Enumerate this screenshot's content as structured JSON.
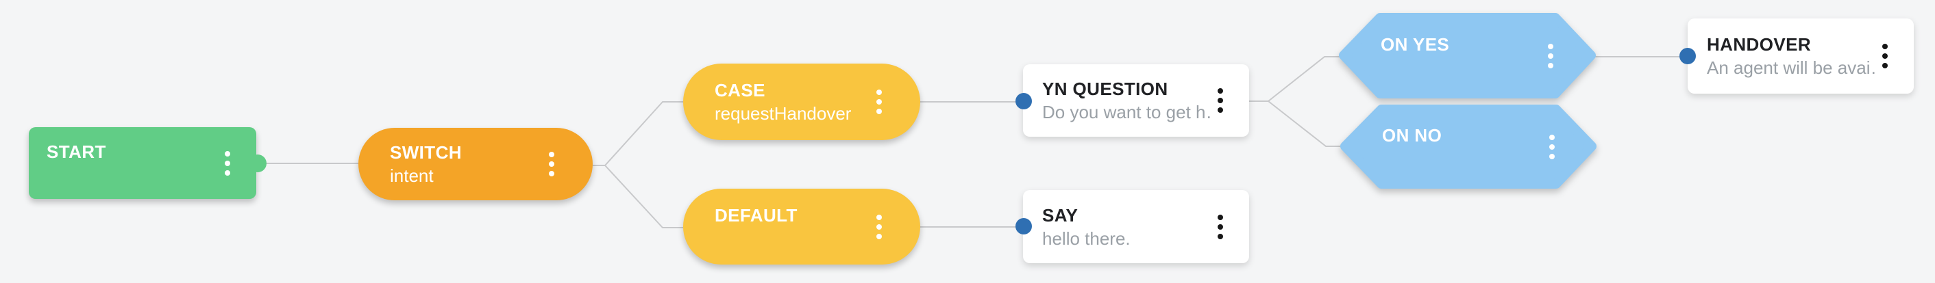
{
  "canvas": {
    "background": "#F4F5F6",
    "connector_color": "#C8C9CB"
  },
  "ports": {
    "input_color": "#2F6FB2",
    "output_color": "#61CD86"
  },
  "nodes": {
    "start": {
      "label": "START",
      "color": "#61CD86"
    },
    "switch": {
      "label": "SWITCH",
      "subtitle": "intent",
      "color": "#F4A427"
    },
    "case": {
      "label": "CASE",
      "subtitle": "requestHandover",
      "color": "#F9C53F"
    },
    "default": {
      "label": "DEFAULT",
      "color": "#F9C53F"
    },
    "yn_question": {
      "label": "YN QUESTION",
      "subtitle": "Do you want to get h…",
      "color": "#FFFFFF"
    },
    "say": {
      "label": "SAY",
      "subtitle": "hello there.",
      "color": "#FFFFFF"
    },
    "on_yes": {
      "label": "ON YES",
      "color": "#8EC7F2"
    },
    "on_no": {
      "label": "ON NO",
      "color": "#8EC7F2"
    },
    "handover": {
      "label": "HANDOVER",
      "subtitle": "An agent will be avai…",
      "color": "#FFFFFF"
    }
  },
  "edges": [
    {
      "from": "start",
      "to": "switch"
    },
    {
      "from": "switch",
      "to": "case"
    },
    {
      "from": "switch",
      "to": "default"
    },
    {
      "from": "case",
      "to": "yn_question"
    },
    {
      "from": "default",
      "to": "say"
    },
    {
      "from": "yn_question",
      "to": "on_yes"
    },
    {
      "from": "yn_question",
      "to": "on_no"
    },
    {
      "from": "on_yes",
      "to": "handover"
    }
  ]
}
